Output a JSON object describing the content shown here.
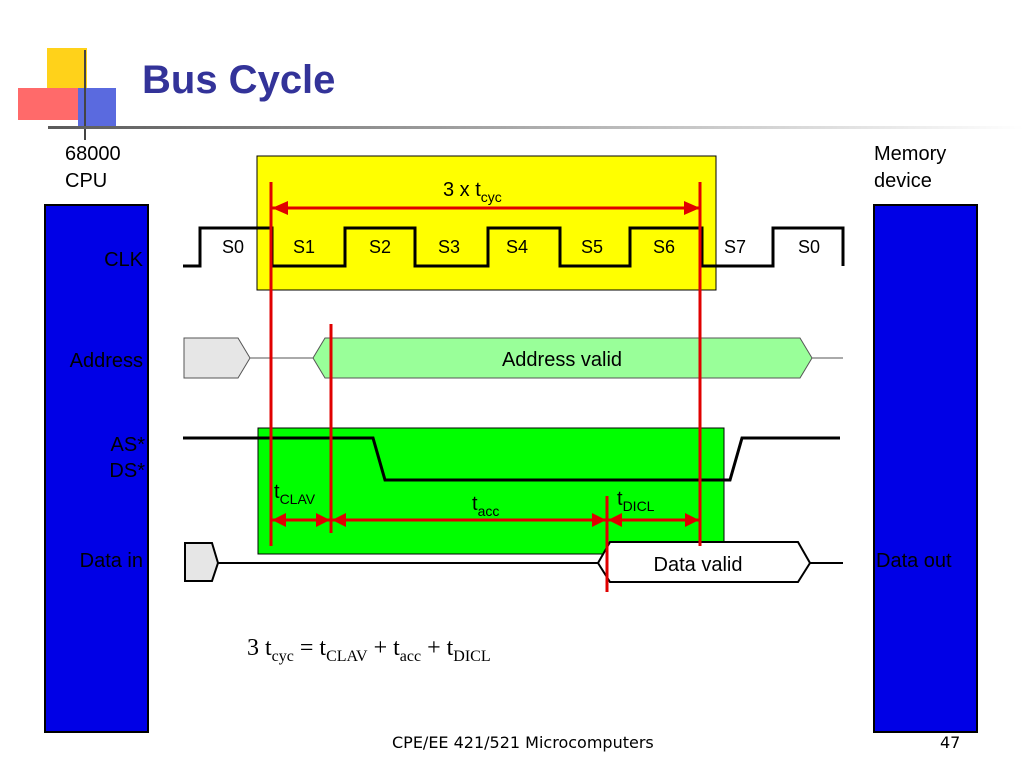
{
  "slide": {
    "title": "Bus Cycle",
    "footer_center": "CPE/EE 421/521 Microcomputers",
    "footer_page": "47"
  },
  "diagram": {
    "cpu_label_line1": "68000",
    "cpu_label_line2": "CPU",
    "memory_label_line1": "Memory",
    "memory_label_line2": "device",
    "signals": {
      "clk": "CLK",
      "address": "Address",
      "as": "AS*",
      "ds": "DS*",
      "data_in": "Data in",
      "data_out": "Data out"
    },
    "states": [
      "S0",
      "S1",
      "S2",
      "S3",
      "S4",
      "S5",
      "S6",
      "S7",
      "S0"
    ],
    "cycle_span_main": "3 x t",
    "cycle_span_sub": "cyc",
    "address_valid": "Address valid",
    "data_valid": "Data valid",
    "t_clav_main": "t",
    "t_clav_sub": "CLAV",
    "t_acc_main": "t",
    "t_acc_sub": "acc",
    "t_dicl_main": "t",
    "t_dicl_sub": "DICL",
    "equation": {
      "p1": "3 t",
      "s1": "cyc",
      "p2": " = t",
      "s2": "CLAV",
      "p3": " + t",
      "s3": "acc",
      "p4": " + t",
      "s4": "DICL"
    }
  }
}
